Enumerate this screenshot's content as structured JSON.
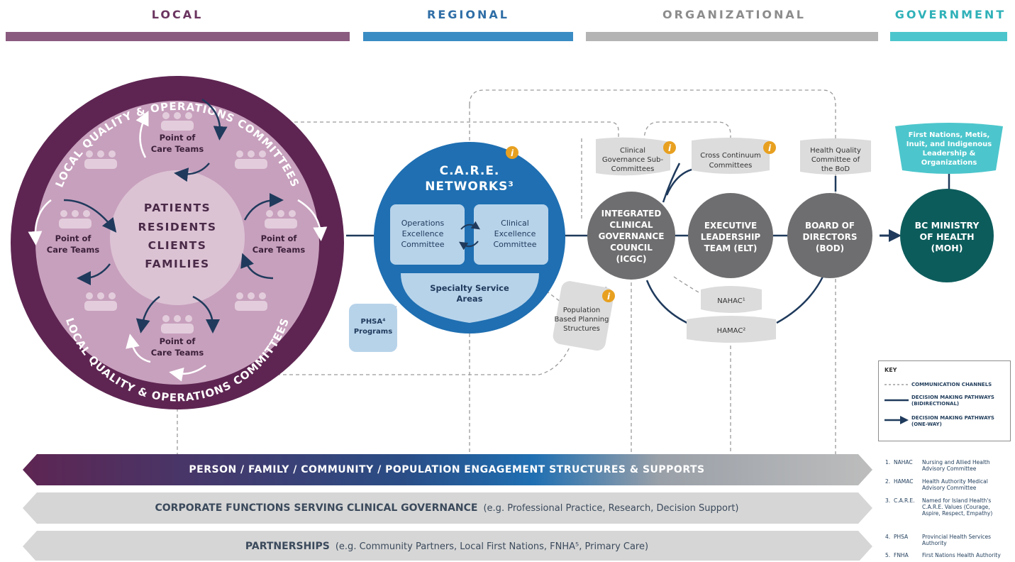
{
  "headers": {
    "local": "LOCAL",
    "regional": "REGIONAL",
    "organizational": "ORGANIZATIONAL",
    "government": "GOVERNMENT"
  },
  "colors": {
    "local": "#8b5a7f",
    "regional": "#3a8cc4",
    "organizational": "#b4b4b4",
    "government": "#4cc6cc",
    "plum": "#5e2552",
    "navy": "#1f3a5c",
    "care_blue": "#1f6fb2",
    "grey_node": "#6e6e70",
    "teal_node": "#0d5c5c"
  },
  "local_circle": {
    "committee_top": "LOCAL QUALITY & OPERATIONS COMMITTEES",
    "committee_bottom": "LOCAL QUALITY & OPERATIONS COMMITTEES",
    "center_lines": [
      "PATIENTS",
      "RESIDENTS",
      "CLIENTS",
      "FAMILIES"
    ],
    "point_of_care": {
      "line1": "Point of",
      "line2": "Care Teams"
    }
  },
  "care": {
    "title": "C.A.R.E.",
    "subtitle": "NETWORKS³",
    "ops_lines": [
      "Operations",
      "Excellence",
      "Committee"
    ],
    "clinical_lines": [
      "Clinical",
      "Excellence",
      "Committee"
    ],
    "specialty_lines": [
      "Specialty Service",
      "Areas"
    ],
    "phsa_lines": [
      "PHSA⁴",
      "Programs"
    ]
  },
  "org": {
    "icgc_lines": [
      "INTEGRATED",
      "CLINICAL",
      "GOVERNANCE",
      "COUNCIL",
      "(ICGC)"
    ],
    "elt_lines": [
      "EXECUTIVE",
      "LEADERSHIP",
      "TEAM (ELT)"
    ],
    "bod_lines": [
      "BOARD OF",
      "DIRECTORS",
      "(BOD)"
    ],
    "subcommittees_lines": [
      "Clinical",
      "Governance Sub-",
      "Committees"
    ],
    "cross_lines": [
      "Cross Continuum",
      "Committees"
    ],
    "hqc_lines": [
      "Health Quality",
      "Committee of",
      "the BoD"
    ],
    "population_lines": [
      "Population",
      "Based Planning",
      "Structures"
    ],
    "nahac": "NAHAC¹",
    "hamac": "HAMAC²",
    "info_glyph": "i"
  },
  "gov": {
    "fn_lines": [
      "First Nations, Metis,",
      "Inuit, and Indigenous",
      "Leadership &",
      "Organizations"
    ],
    "moh_lines": [
      "BC MINISTRY",
      "OF HEALTH",
      "(MOH)"
    ]
  },
  "banners": {
    "engagement": "PERSON / FAMILY / COMMUNITY / POPULATION ENGAGEMENT STRUCTURES & SUPPORTS",
    "corporate_title": "CORPORATE FUNCTIONS SERVING CLINICAL GOVERNANCE",
    "corporate_eg": "(e.g. Professional Practice, Research, Decision Support)",
    "partnerships_title": "PARTNERSHIPS",
    "partnerships_eg": "(e.g. Community Partners, Local First Nations, FNHA⁵, Primary Care)"
  },
  "key": {
    "title": "KEY",
    "communication": "COMMUNICATION CHANNELS",
    "bidirectional_1": "DECISION MAKING PATHWAYS",
    "bidirectional_2": "(BIDIRECTIONAL)",
    "oneway_1": "DECISION MAKING PATHWAYS",
    "oneway_2": "(ONE-WAY)"
  },
  "footnotes": [
    {
      "num": "1.",
      "abbr": "NAHAC",
      "lines": [
        "Nursing and Allied Health",
        "Advisory Committee"
      ]
    },
    {
      "num": "2.",
      "abbr": "HAMAC",
      "lines": [
        "Health Authority Medical",
        "Advisory Committee"
      ]
    },
    {
      "num": "3.",
      "abbr": "C.A.R.E.",
      "lines": [
        "Named for Island Health's",
        "C.A.R.E. Values (Courage,",
        "Aspire, Respect, Empathy)"
      ]
    },
    {
      "num": "4.",
      "abbr": "PHSA",
      "lines": [
        "Provincial Health Services",
        "Authority"
      ]
    },
    {
      "num": "5.",
      "abbr": "FNHA",
      "lines": [
        "First Nations Health Authority"
      ]
    }
  ]
}
